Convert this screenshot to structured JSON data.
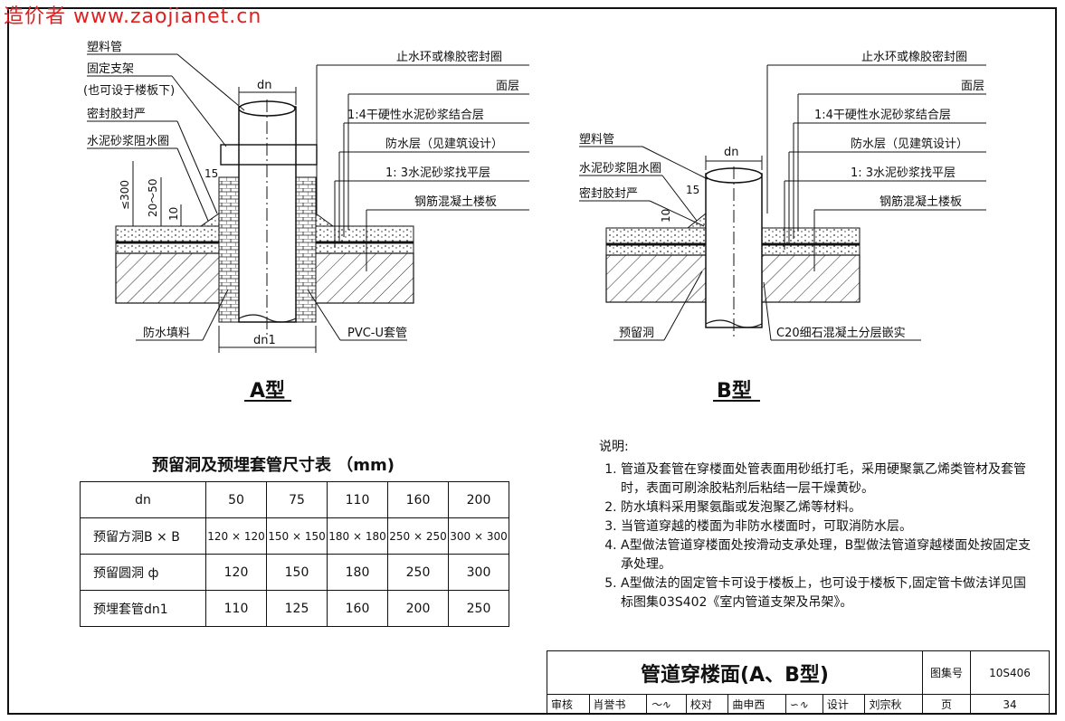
{
  "watermark": "造价者 www.zaojianet.cn",
  "typeA": {
    "title": "A型",
    "labels": {
      "plastic_pipe": "塑料管",
      "fixed_support": "固定支架",
      "fixed_support_note": "(也可设于楼板下)",
      "sealant": "密封胶封严",
      "mortar_ring": "水泥砂浆阻水圈",
      "waterstop": "止水环或橡胶密封圈",
      "surface": "面层",
      "bond_layer": "1:4干硬性水泥砂浆结合层",
      "waterproof": "防水层（见建筑设计）",
      "leveling": "1:  3水泥砂浆找平层",
      "slab": "钢筋混凝土楼板",
      "filler": "防水填料",
      "sleeve": "PVC-U套管",
      "dn": "dn",
      "dn1": "dn1",
      "dim_300": "≤300",
      "dim_20_50": "20～50",
      "dim_10": "10",
      "dim_15": "15"
    }
  },
  "typeB": {
    "title": "B型",
    "labels": {
      "plastic_pipe": "塑料管",
      "mortar_ring": "水泥砂浆阻水圈",
      "sealant": "密封胶封严",
      "waterstop": "止水环或橡胶密封圈",
      "surface": "面层",
      "bond_layer": "1:4干硬性水泥砂浆结合层",
      "waterproof": "防水层（见建筑设计）",
      "leveling": "1:  3水泥砂浆找平层",
      "slab": "钢筋混凝土楼板",
      "reserved_hole": "预留洞",
      "c20": "C20细石混凝土分层嵌实",
      "dn": "dn",
      "dim_15": "15",
      "dim_10": "10"
    }
  },
  "table": {
    "title": "预留洞及预埋套管尺寸表 （mm)",
    "rows": [
      {
        "header": "dn",
        "values": [
          "50",
          "75",
          "110",
          "160",
          "200"
        ]
      },
      {
        "header": "预留方洞B × B",
        "values": [
          "120 × 120",
          "150 × 150",
          "180 × 180",
          "250 × 250",
          "300 × 300"
        ]
      },
      {
        "header": "预留圆洞 ф",
        "values": [
          "120",
          "150",
          "180",
          "250",
          "300"
        ]
      },
      {
        "header": "预埋套管dn1",
        "values": [
          "110",
          "125",
          "160",
          "200",
          "250"
        ]
      }
    ]
  },
  "notes": {
    "heading": "说明:",
    "items": [
      "管道及套管在穿楼面处管表面用砂纸打毛，采用硬聚氯乙烯类管材及套管时，表面可刷涂胶粘剂后粘结一层干燥黄砂。",
      "防水填料采用聚氨酯或发泡聚乙烯等材料。",
      "当管道穿越的楼面为非防水楼面时，可取消防水层。",
      "A型做法管道穿楼面处按滑动支承处理，B型做法管道穿越楼面处按固定支承处理。",
      "A型做法的固定管卡可设于楼板上，也可设于楼板下,固定管卡做法详见国标图集03S402《室内管道支架及吊架》。"
    ]
  },
  "titleblock": {
    "title": "管道穿楼面(A、B型)",
    "atlas_label": "图集号",
    "atlas_no": "10S406",
    "page_label": "页",
    "page_no": "34",
    "review_label": "审核",
    "reviewer": "肖誉书",
    "check_label": "校对",
    "checker": "曲申西",
    "design_label": "设计",
    "designer": "刘宗秋"
  }
}
